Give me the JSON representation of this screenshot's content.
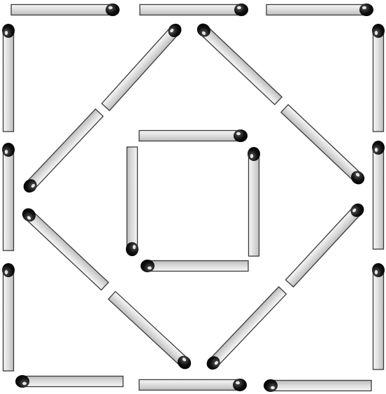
{
  "puzzle": {
    "type": "matchstick-puzzle",
    "total_matchsticks": 24,
    "colors": {
      "stick_body": "#e6e6e6",
      "stick_outline": "#3a3a3a",
      "match_head": "#111111",
      "head_highlight": "#ffffff",
      "background": "#ffffff"
    },
    "groups": [
      {
        "name": "outer-square",
        "matchsticks": 12
      },
      {
        "name": "diamond",
        "matchsticks": 8
      },
      {
        "name": "inner-square",
        "matchsticks": 4
      }
    ]
  }
}
